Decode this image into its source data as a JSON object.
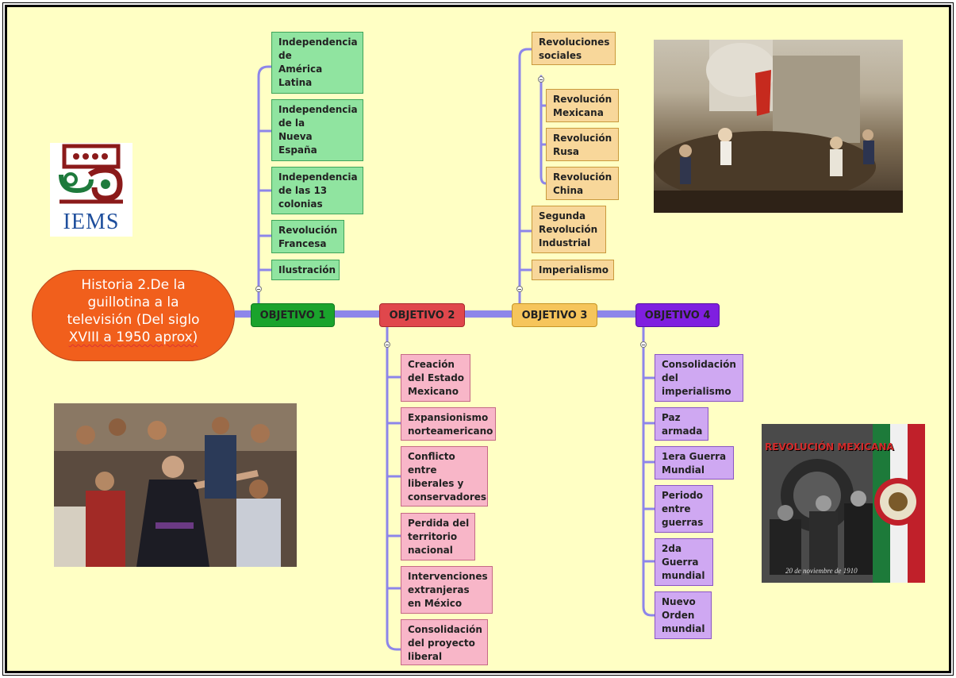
{
  "title": {
    "lines": [
      "Historia 2.De la",
      "guillotina a la",
      "televisión (Del siglo",
      "XVIII a 1950 aprox)"
    ]
  },
  "objectives": [
    {
      "label": "OBJETIVO 1",
      "color": "#1aa32c"
    },
    {
      "label": "OBJETIVO 2",
      "color": "#e0474c"
    },
    {
      "label": "OBJETIVO 3",
      "color": "#f6c55b"
    },
    {
      "label": "OBJETIVO 4",
      "color": "#7f1fe0"
    }
  ],
  "objetivo1_topics": [
    "Independencia\nde\nAmérica\nLatina",
    "Independencia\nde la\nNueva\nEspaña",
    "Independencia\nde las 13\ncolonias",
    "Revolución\nFrancesa",
    "Ilustración"
  ],
  "objetivo2_topics": [
    "Creación\ndel Estado\nMexicano",
    "Expansionismo\nnorteamericano",
    "Conflicto\nentre\nliberales y\nconservadores",
    "Perdida del\nterritorio\nnacional",
    "Intervenciones\nextranjeras\nen México",
    "Consolidación\ndel proyecto\nliberal"
  ],
  "objetivo3_topics": [
    "Revoluciones\nsociales",
    "Segunda\nRevolución\nIndustrial",
    "Imperialismo"
  ],
  "objetivo3_subtopics": [
    "Revolución\nMexicana",
    "Revolución\nRusa",
    "Revolución\nChina"
  ],
  "objetivo4_topics": [
    "Consolidación\ndel\nimperialismo",
    "Paz\narmada",
    "1era Guerra\nMundial",
    "Periodo\nentre\nguerras",
    "2da\nGuerra\nmundial",
    "Nuevo\nOrden\nmundial"
  ],
  "images": {
    "logo_text": "IEMS",
    "poster_title": "REVOLUCIÓN MEXICANA",
    "poster_caption": "20 de noviembre de 1910"
  },
  "colors": {
    "background": "#ffffc4",
    "main_line": "#8d86ea",
    "title_blob": "#f15f1c",
    "green_topic": "#90e4a0",
    "tan_topic": "#f8d79a",
    "pink_topic": "#f8b6c8",
    "purple_topic": "#cfa8f2"
  }
}
